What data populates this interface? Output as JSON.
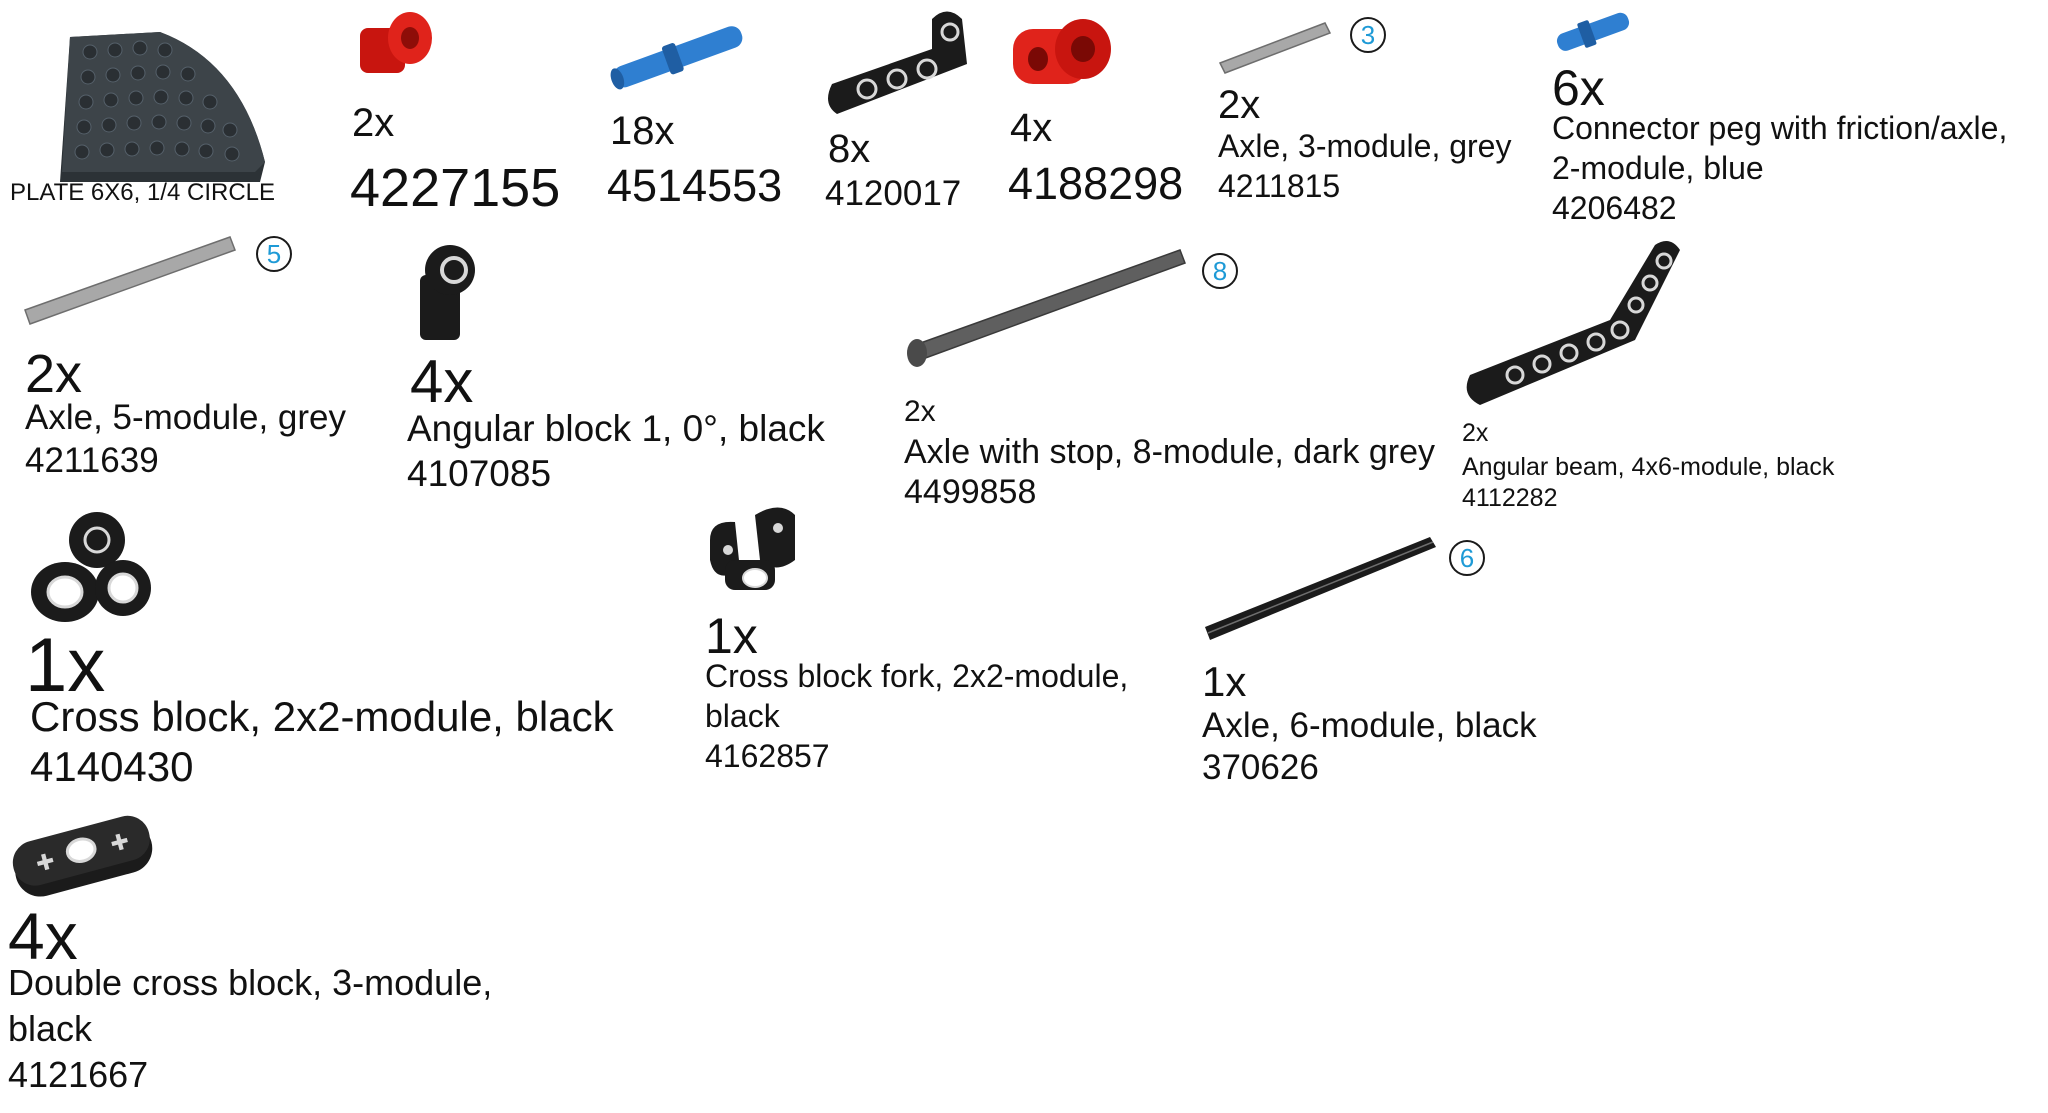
{
  "parts": [
    {
      "id": "plate",
      "name": "PLATE 6X6, 1/4 CIRCLE"
    },
    {
      "id": "p4227155",
      "qty": "2x",
      "code": "4227155"
    },
    {
      "id": "p4514553",
      "qty": "18x",
      "code": "4514553"
    },
    {
      "id": "p4120017",
      "qty": "8x",
      "code": "4120017"
    },
    {
      "id": "p4188298",
      "qty": "4x",
      "code": "4188298"
    },
    {
      "id": "axle3",
      "qty": "2x",
      "name": "Axle, 3-module, grey",
      "code": "4211815",
      "badge": "3"
    },
    {
      "id": "peg",
      "qty": "6x",
      "name1": "Connector peg with friction/axle,",
      "name2": "2-module, blue",
      "code": "4206482"
    },
    {
      "id": "axle5",
      "qty": "2x",
      "name": "Axle, 5-module, grey",
      "code": "4211639",
      "badge": "5"
    },
    {
      "id": "angblock",
      "qty": "4x",
      "name": "Angular block 1, 0°, black",
      "code": "4107085"
    },
    {
      "id": "axle8",
      "qty": "2x",
      "name": "Axle with stop, 8-module, dark grey",
      "code": "4499858",
      "badge": "8"
    },
    {
      "id": "angbeam",
      "qty": "2x",
      "name": "Angular beam, 4x6-module, black",
      "code": "4112282"
    },
    {
      "id": "crossblock",
      "qty": "1x",
      "name": "Cross block, 2x2-module, black",
      "code": "4140430"
    },
    {
      "id": "crossfork",
      "qty": "1x",
      "name1": "Cross block fork, 2x2-module,",
      "name2": "black",
      "code": "4162857"
    },
    {
      "id": "axle6",
      "qty": "1x",
      "name": "Axle, 6-module, black",
      "code": "370626",
      "badge": "6"
    },
    {
      "id": "dblcross",
      "qty": "4x",
      "name1": "Double cross block, 3-module,",
      "name2": "black",
      "code": "4121667"
    }
  ],
  "colors": {
    "badge_text": "#1e9ad6",
    "red": "#e0231b",
    "blue": "#2f7fd1",
    "black": "#1b1b1b",
    "grey": "#a8a8a8"
  }
}
